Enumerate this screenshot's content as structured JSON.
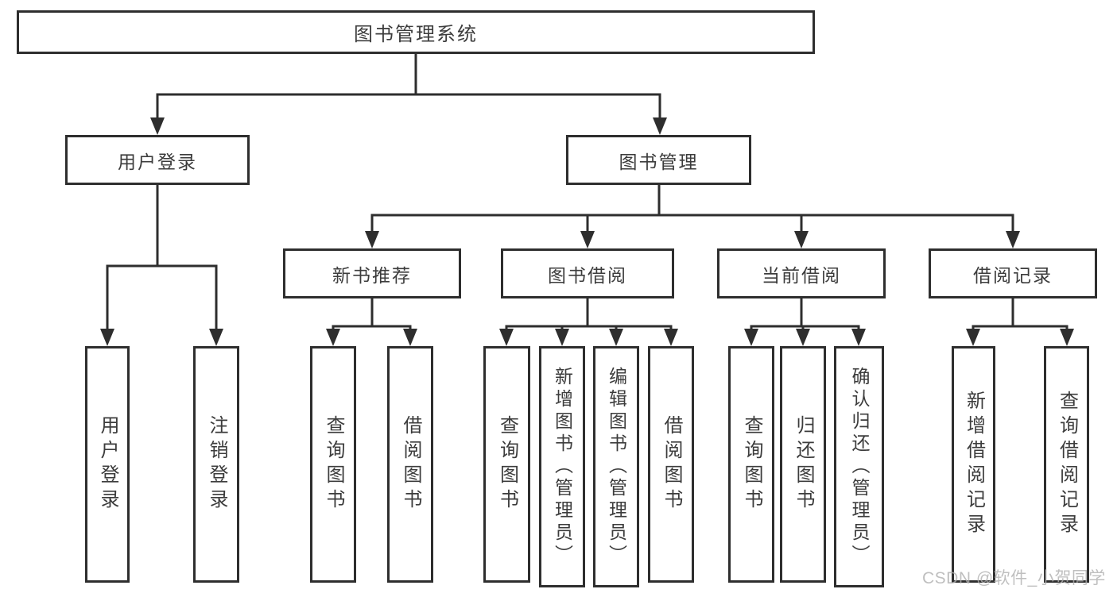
{
  "diagram_title": "图书管理系统",
  "nodes": {
    "root": "图书管理系统",
    "level2": {
      "user_login": "用户登录",
      "book_management": "图书管理"
    },
    "level3": {
      "new_book_recommend": "新书推荐",
      "book_borrowing": "图书借阅",
      "current_borrowing": "当前借阅",
      "borrowing_records": "借阅记录"
    },
    "leaves": {
      "user_login": "用户登录",
      "logout": "注销登录",
      "nb_query_books": "查询图书",
      "nb_borrow_books": "借阅图书",
      "bb_query_books": "查询图书",
      "bb_add_book_admin": "新增图书（管理员）",
      "bb_edit_book_admin": "编辑图书（管理员）",
      "bb_borrow_books": "借阅图书",
      "cb_query_books": "查询图书",
      "cb_return_books": "归还图书",
      "cb_confirm_return_admin": "确认归还（管理员）",
      "br_add_record": "新增借阅记录",
      "br_query_record": "查询借阅记录"
    }
  },
  "watermark": {
    "text": "CSDN @软件_小贺同学"
  },
  "colors": {
    "line": "#2e2e2e",
    "text": "#3c3c3c",
    "background": "#ffffff",
    "watermark": "#b0b0b0"
  }
}
